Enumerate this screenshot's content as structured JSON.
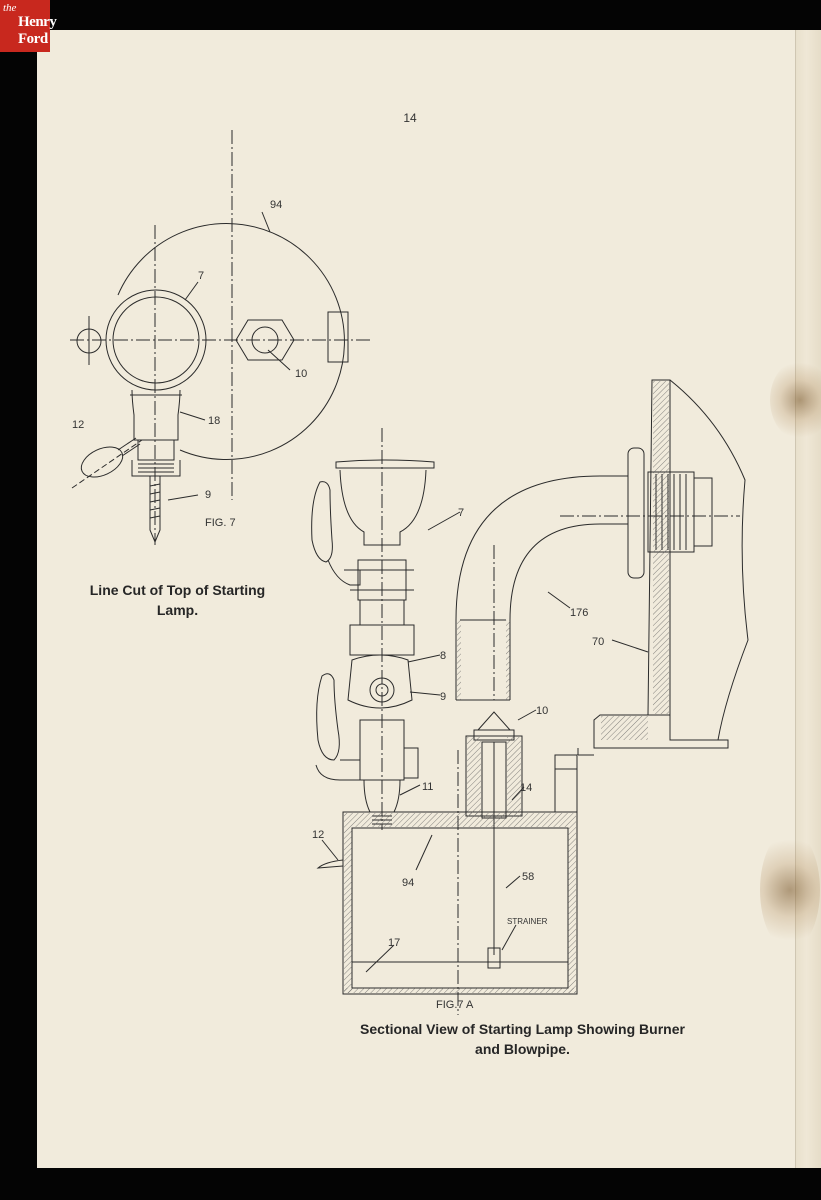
{
  "logo": {
    "line1": "the",
    "line2": "Henry",
    "line3": "Ford"
  },
  "page_number": "14",
  "fig7": {
    "label": "FIG. 7",
    "caption_line1": "Line Cut of Top of Starting",
    "caption_line2": "Lamp.",
    "callouts": [
      "94",
      "7",
      "10",
      "12",
      "18",
      "9"
    ]
  },
  "fig7a": {
    "label": "FIG.7 A",
    "caption_line1": "Sectional View of Starting Lamp Showing Burner",
    "caption_line2": "and Blowpipe.",
    "callouts": [
      "7",
      "176",
      "70",
      "8",
      "9",
      "10",
      "11",
      "14",
      "12",
      "94",
      "58",
      "17"
    ],
    "strainer_label": "STRAINER"
  }
}
